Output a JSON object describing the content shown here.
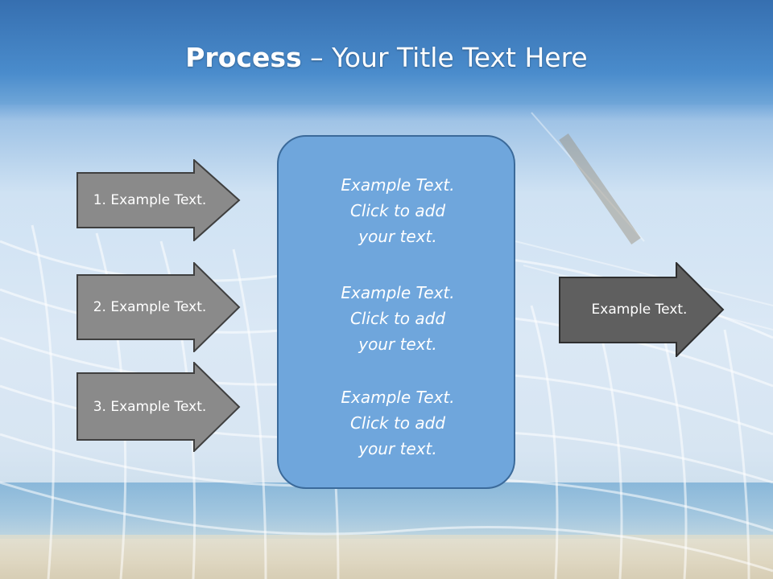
{
  "title": {
    "bold": "Process",
    "rest": " – Your Title Text Here"
  },
  "left_arrows": [
    {
      "label": "1. Example Text."
    },
    {
      "label": "2. Example Text."
    },
    {
      "label": "3. Example Text."
    }
  ],
  "center_box": {
    "paragraphs": [
      "Example Text.\nClick  to add\nyour text.",
      "Example Text.\nClick  to add\nyour text.",
      "Example Text.\nClick  to add\nyour text."
    ]
  },
  "right_arrow": {
    "label": "Example Text."
  },
  "colors": {
    "left_arrow_fill": "#8a8a8a",
    "right_arrow_fill": "#5f5f5f",
    "center_box_fill": "#6fa6dc",
    "title_band": "#4a8ccc"
  }
}
